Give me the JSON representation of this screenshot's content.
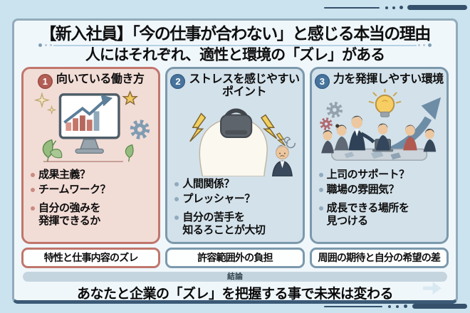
{
  "page": {
    "title": "【新入社員】「今の仕事が合わない」と感じる本当の理由",
    "subtitle": "人にはそれぞれ、適性と環境の「ズレ」がある",
    "conclusion_label": "結論",
    "conclusion_text": "あなたと企業の「ズレ」を把握する事で未来は変わる"
  },
  "colors": {
    "background": "#cbe3ee",
    "panel": "#f0f7fb",
    "panel_border": "#92abbc",
    "navy_accent": "#35506b",
    "pink_card_bg": "#f2dcd6",
    "pink_accent": "#c0766c",
    "pink_badge": "#b35f55",
    "blue_card_bg": "#d3e1ea",
    "blue_accent": "#7b99ac",
    "blue_badge": "#47749d",
    "conclusion_bar": "#c5d5df"
  },
  "cards": [
    {
      "number": "1",
      "title": "向いている働き方",
      "illustration": "monitor-growth-chart",
      "bullets": [
        "成果主義？",
        "チームワーク？",
        "自分の強みを\n発揮できるか"
      ],
      "footer": "特性と仕事内容のズレ"
    },
    {
      "number": "2",
      "title": "ストレスを感じやすい\nポイント",
      "illustration": "weight-on-head-stress",
      "bullets": [
        "人間関係？",
        "プレッシャー？",
        "自分の苦手を\n知るろことが大切"
      ],
      "footer": "許容範囲外の負担"
    },
    {
      "number": "3",
      "title": "力を発揮しやすい環境",
      "illustration": "team-meeting-growth-arrow",
      "bullets": [
        "上司のサポート？",
        "職場の雰囲気？",
        "成長できる場所を\n見つける"
      ],
      "footer": "周囲の期待と自分の希望の差"
    }
  ]
}
